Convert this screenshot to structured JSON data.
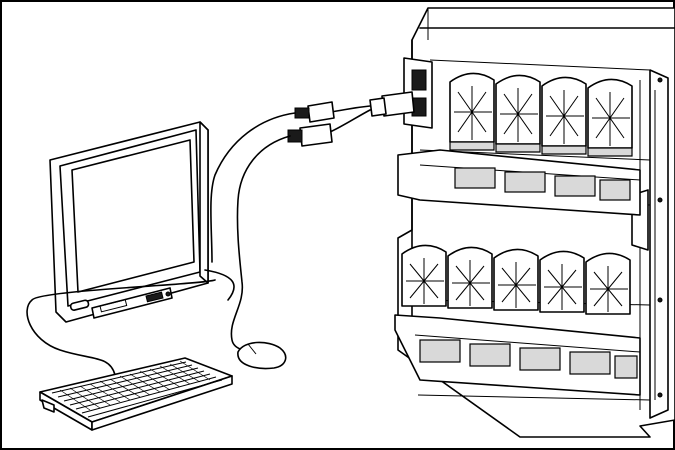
{
  "figure": {
    "background": "#ffffff",
    "frame_color": "#000000",
    "devices": [
      {
        "role": "monitor",
        "icon": "crt-monitor-icon"
      },
      {
        "role": "keyboard",
        "icon": "keyboard-icon"
      },
      {
        "role": "mouse",
        "icon": "mouse-icon"
      },
      {
        "role": "kvm-adapter-cable",
        "icon": "usb-vga-dongle-icon"
      },
      {
        "role": "blade-enclosure",
        "icon": "server-enclosure-icon"
      }
    ]
  }
}
